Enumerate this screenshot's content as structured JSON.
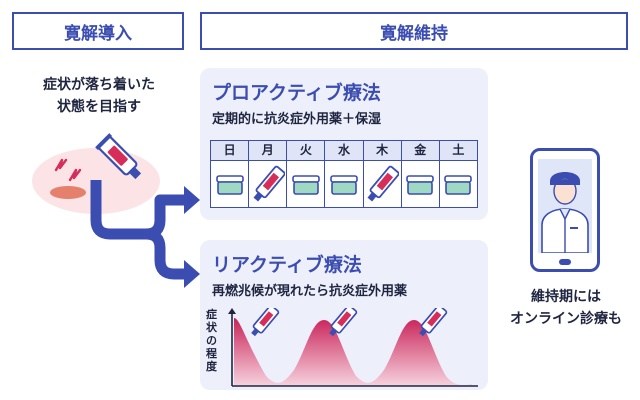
{
  "phases": {
    "induction": "寛解導入",
    "maintenance": "寛解維持"
  },
  "induction": {
    "goal_line1": "症状が落ち着いた",
    "goal_line2": "状態を目指す"
  },
  "proactive": {
    "title": "プロアクティブ療法",
    "subtitle": "定期的に抗炎症外用薬＋保湿",
    "days": [
      "日",
      "月",
      "火",
      "水",
      "木",
      "金",
      "土"
    ],
    "day_icons": [
      "moisturizer-jar-icon",
      "steroid-tube-icon",
      "moisturizer-jar-icon",
      "moisturizer-jar-icon",
      "steroid-tube-icon",
      "moisturizer-jar-icon",
      "moisturizer-jar-icon"
    ]
  },
  "reactive": {
    "title": "リアクティブ療法",
    "subtitle": "再燃兆候が現れたら抗炎症外用薬",
    "yaxis": "症状の程度"
  },
  "telemedicine": {
    "caption_line1": "維持期には",
    "caption_line2": "オンライン診療も"
  },
  "colors": {
    "accent": "#3b4db0",
    "card_bg": "#edf0fa",
    "tube_red": "#d62d5a",
    "symptom_fill": "#c9245a",
    "jar_green": "#9fd9c4"
  }
}
